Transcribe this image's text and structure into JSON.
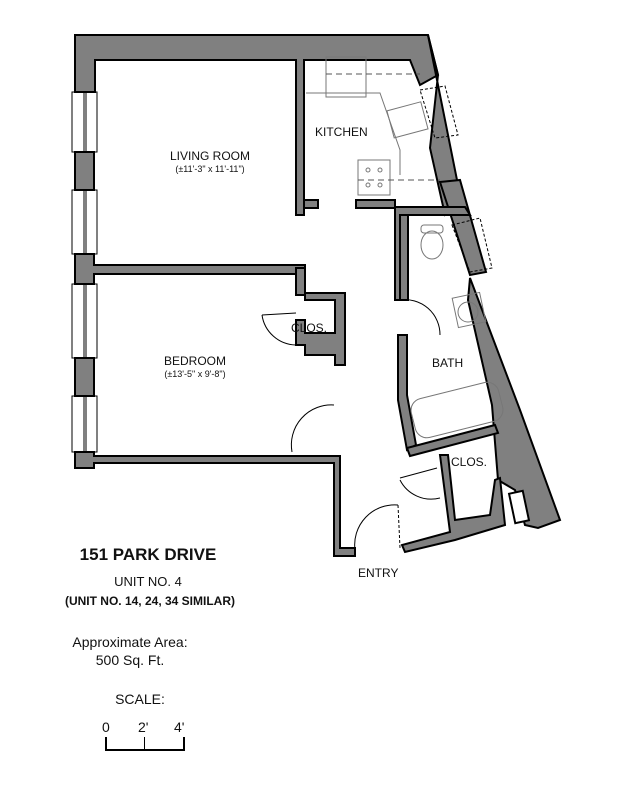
{
  "building": {
    "title": "151 PARK DRIVE",
    "unit": "UNIT NO. 4",
    "similar_units": "(UNIT NO. 14, 24, 34 SIMILAR)"
  },
  "area": {
    "label": "Approximate Area:",
    "value": "500 Sq. Ft."
  },
  "scale": {
    "label": "SCALE:",
    "ticks": [
      "0",
      "2'",
      "4'"
    ]
  },
  "rooms": {
    "living_room": {
      "name": "LIVING ROOM",
      "dimensions": "(±11'-3\" x 11'-11\")"
    },
    "bedroom": {
      "name": "BEDROOM",
      "dimensions": "(±13'-5\" x 9'-8\")"
    },
    "kitchen": {
      "name": "KITCHEN"
    },
    "bath": {
      "name": "BATH"
    },
    "bedroom_closet": {
      "name": "CLOS."
    },
    "entry_closet": {
      "name": "CLOS."
    },
    "entry": {
      "name": "ENTRY"
    }
  },
  "colors": {
    "wall_fill": "#808080",
    "wall_outline": "#000000",
    "background": "#ffffff"
  }
}
